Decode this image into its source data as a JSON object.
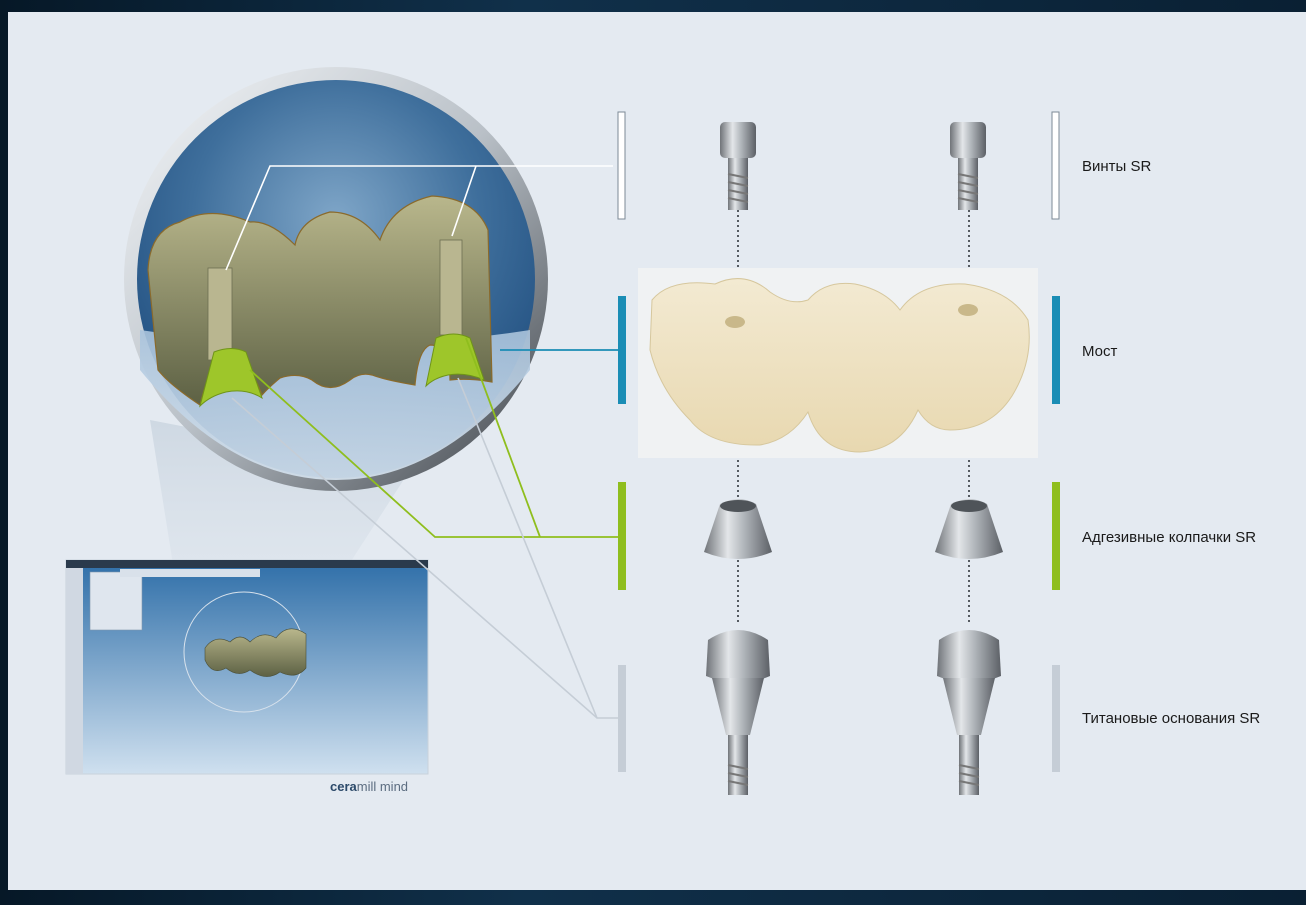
{
  "labels": {
    "screws": "Винты SR",
    "bridge": "Мост",
    "adhesive_caps": "Адгезивные колпачки SR",
    "titanium_bases": "Титановые основания SR"
  },
  "software": {
    "logo_bold": "cera",
    "logo_rest": "mill mind"
  },
  "colors": {
    "screws": "#ffffff",
    "bridge": "#1a8db5",
    "adhesive_caps": "#8fbe1e",
    "titanium_bases": "#c5cdd6"
  }
}
